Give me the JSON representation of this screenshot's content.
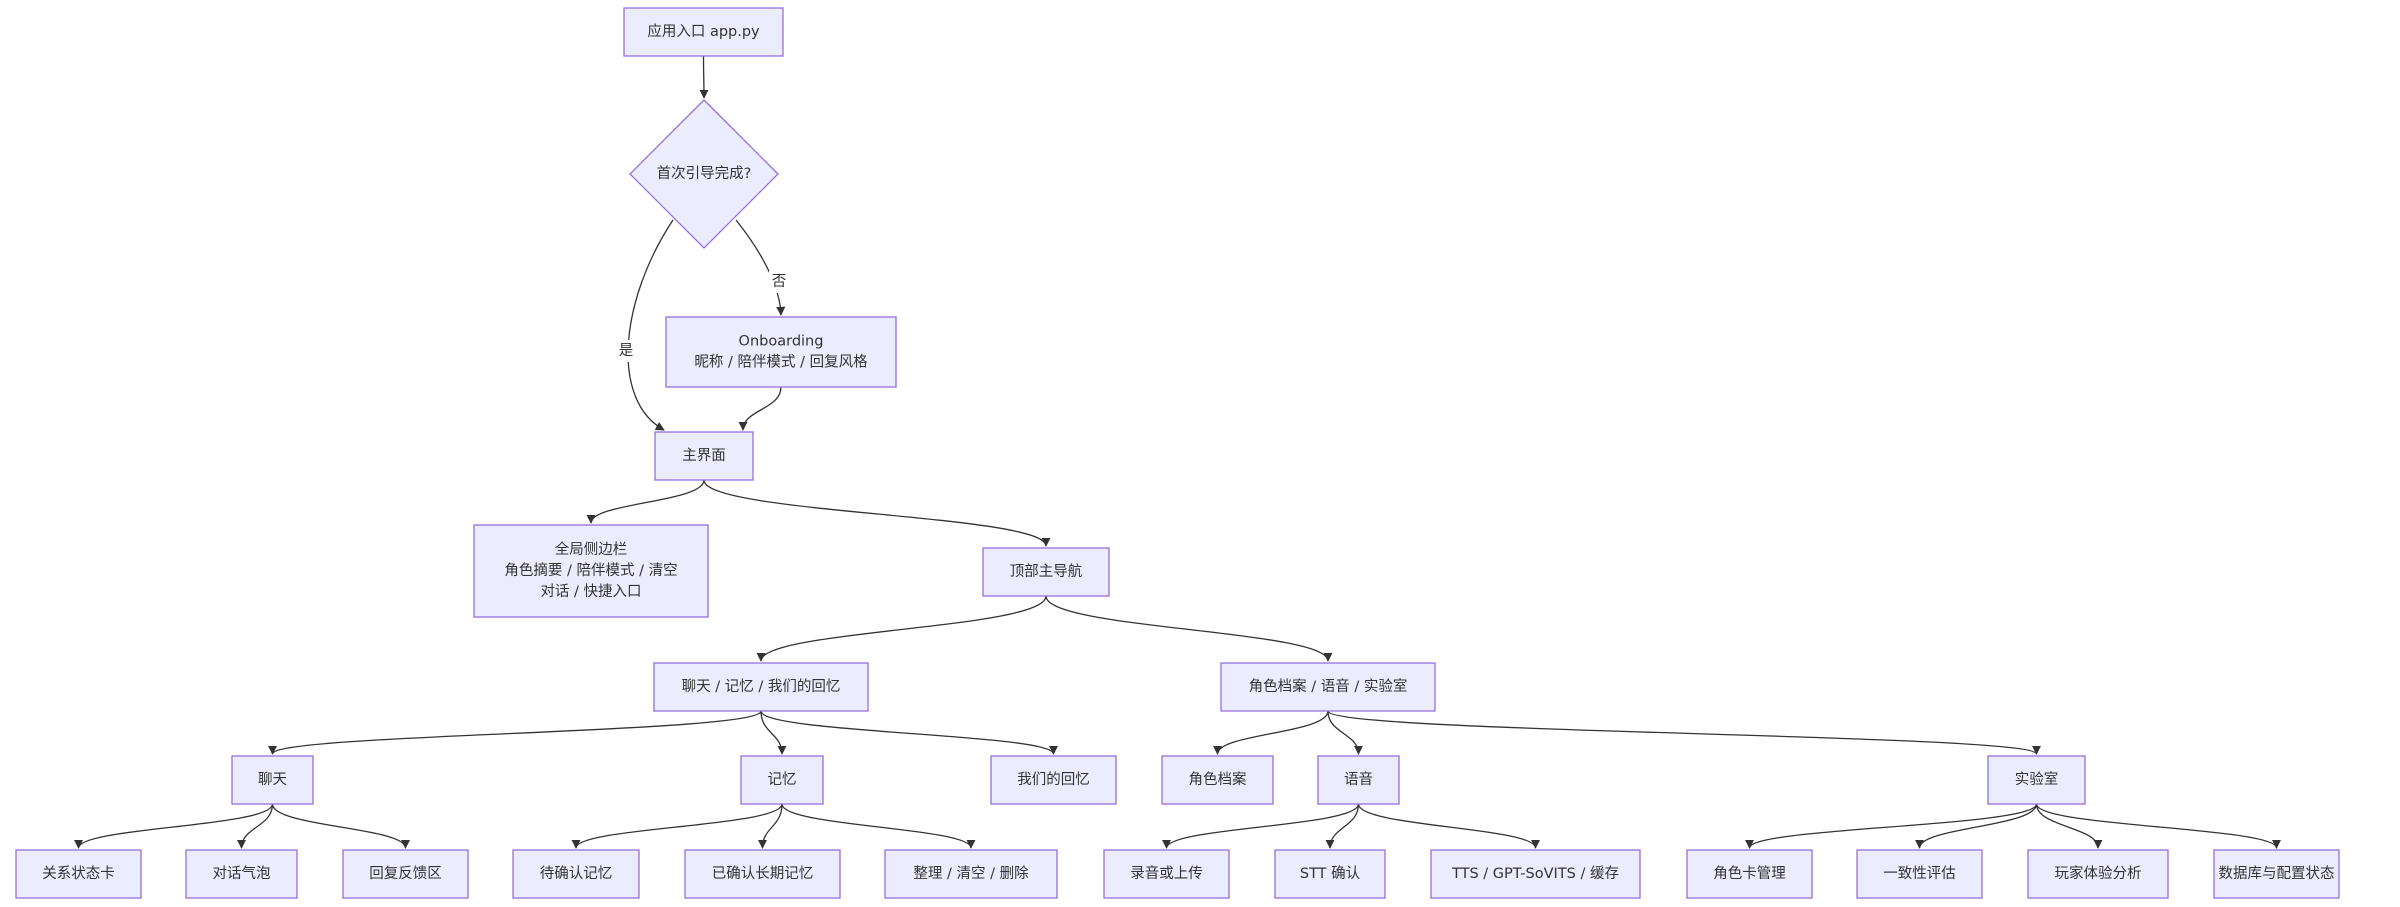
{
  "nodes": [
    {
      "id": "entry",
      "shape": "rect",
      "lines": [
        "应用入口 app.py"
      ]
    },
    {
      "id": "decision",
      "shape": "diamond",
      "lines": [
        "首次引导完成?"
      ]
    },
    {
      "id": "onboarding",
      "shape": "rect",
      "lines": [
        "Onboarding",
        "昵称 / 陪伴模式 / 回复风格"
      ]
    },
    {
      "id": "main",
      "shape": "rect",
      "lines": [
        "主界面"
      ]
    },
    {
      "id": "sidebar",
      "shape": "rect",
      "lines": [
        "全局侧边栏",
        "角色摘要 / 陪伴模式 / 清空",
        "对话 / 快捷入口"
      ]
    },
    {
      "id": "topnav",
      "shape": "rect",
      "lines": [
        "顶部主导航"
      ]
    },
    {
      "id": "group1",
      "shape": "rect",
      "lines": [
        "聊天 / 记忆 / 我们的回忆"
      ]
    },
    {
      "id": "group2",
      "shape": "rect",
      "lines": [
        "角色档案 / 语音 / 实验室"
      ]
    },
    {
      "id": "chat",
      "shape": "rect",
      "lines": [
        "聊天"
      ]
    },
    {
      "id": "memory",
      "shape": "rect",
      "lines": [
        "记忆"
      ]
    },
    {
      "id": "recall",
      "shape": "rect",
      "lines": [
        "我们的回忆"
      ]
    },
    {
      "id": "profile",
      "shape": "rect",
      "lines": [
        "角色档案"
      ]
    },
    {
      "id": "voice",
      "shape": "rect",
      "lines": [
        "语音"
      ]
    },
    {
      "id": "lab",
      "shape": "rect",
      "lines": [
        "实验室"
      ]
    },
    {
      "id": "rel",
      "shape": "rect",
      "lines": [
        "关系状态卡"
      ]
    },
    {
      "id": "bubble",
      "shape": "rect",
      "lines": [
        "对话气泡"
      ]
    },
    {
      "id": "feedback",
      "shape": "rect",
      "lines": [
        "回复反馈区"
      ]
    },
    {
      "id": "pending",
      "shape": "rect",
      "lines": [
        "待确认记忆"
      ]
    },
    {
      "id": "confirmed",
      "shape": "rect",
      "lines": [
        "已确认长期记忆"
      ]
    },
    {
      "id": "organize",
      "shape": "rect",
      "lines": [
        "整理 / 清空 / 删除"
      ]
    },
    {
      "id": "record",
      "shape": "rect",
      "lines": [
        "录音或上传"
      ]
    },
    {
      "id": "stt",
      "shape": "rect",
      "lines": [
        "STT 确认"
      ]
    },
    {
      "id": "tts",
      "shape": "rect",
      "lines": [
        "TTS / GPT-SoVITS / 缓存"
      ]
    },
    {
      "id": "cardmgr",
      "shape": "rect",
      "lines": [
        "角色卡管理"
      ]
    },
    {
      "id": "consistency",
      "shape": "rect",
      "lines": [
        "一致性评估"
      ]
    },
    {
      "id": "experience",
      "shape": "rect",
      "lines": [
        "玩家体验分析"
      ]
    },
    {
      "id": "dbconfig",
      "shape": "rect",
      "lines": [
        "数据库与配置状态"
      ]
    }
  ],
  "edges": [
    {
      "from": "entry",
      "to": "decision",
      "label": ""
    },
    {
      "from": "decision",
      "to": "onboarding",
      "label": "否"
    },
    {
      "from": "decision",
      "to": "main",
      "label": "是"
    },
    {
      "from": "onboarding",
      "to": "main",
      "label": ""
    },
    {
      "from": "main",
      "to": "sidebar",
      "label": ""
    },
    {
      "from": "main",
      "to": "topnav",
      "label": ""
    },
    {
      "from": "topnav",
      "to": "group1",
      "label": ""
    },
    {
      "from": "topnav",
      "to": "group2",
      "label": ""
    },
    {
      "from": "group1",
      "to": "chat",
      "label": ""
    },
    {
      "from": "group1",
      "to": "memory",
      "label": ""
    },
    {
      "from": "group1",
      "to": "recall",
      "label": ""
    },
    {
      "from": "group2",
      "to": "profile",
      "label": ""
    },
    {
      "from": "group2",
      "to": "voice",
      "label": ""
    },
    {
      "from": "group2",
      "to": "lab",
      "label": ""
    },
    {
      "from": "chat",
      "to": "rel",
      "label": ""
    },
    {
      "from": "chat",
      "to": "bubble",
      "label": ""
    },
    {
      "from": "chat",
      "to": "feedback",
      "label": ""
    },
    {
      "from": "memory",
      "to": "pending",
      "label": ""
    },
    {
      "from": "memory",
      "to": "confirmed",
      "label": ""
    },
    {
      "from": "memory",
      "to": "organize",
      "label": ""
    },
    {
      "from": "voice",
      "to": "record",
      "label": ""
    },
    {
      "from": "voice",
      "to": "stt",
      "label": ""
    },
    {
      "from": "voice",
      "to": "tts",
      "label": ""
    },
    {
      "from": "lab",
      "to": "cardmgr",
      "label": ""
    },
    {
      "from": "lab",
      "to": "consistency",
      "label": ""
    },
    {
      "from": "lab",
      "to": "experience",
      "label": ""
    },
    {
      "from": "lab",
      "to": "dbconfig",
      "label": ""
    }
  ]
}
